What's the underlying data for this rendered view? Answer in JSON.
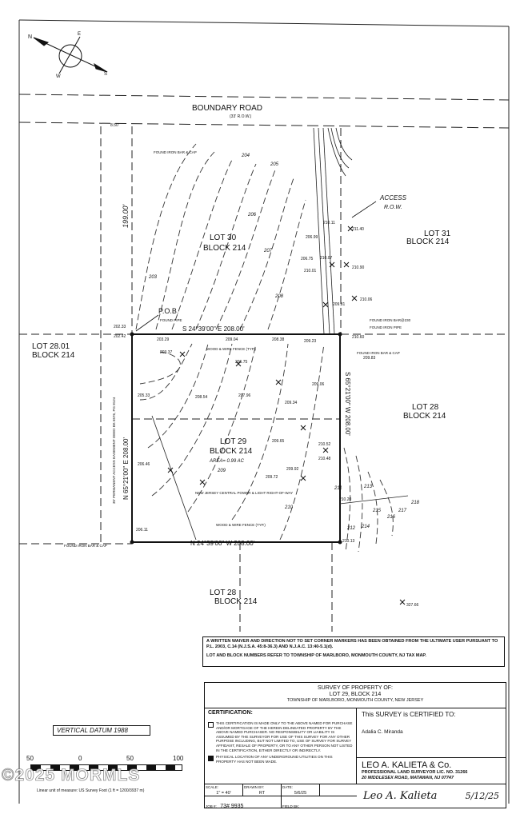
{
  "road": {
    "name": "BOUNDARY ROAD",
    "row": "(33' R.O.W.)"
  },
  "compass": {
    "letters": [
      "N",
      "E",
      "S",
      "W"
    ]
  },
  "lots": {
    "lot30": {
      "lot": "LOT 30",
      "block": "BLOCK 214"
    },
    "lot31": {
      "lot": "LOT 31",
      "block": "BLOCK 214"
    },
    "lot2801": {
      "lot": "LOT 28.01",
      "block": "BLOCK 214"
    },
    "lot28_east": {
      "lot": "LOT 28",
      "block": "BLOCK 214"
    },
    "lot28_south": {
      "lot": "LOT 28",
      "block": "BLOCK 214"
    },
    "lot29": {
      "lot": "LOT 29",
      "block": "BLOCK 214",
      "area": "AREA= 0.99 AC"
    }
  },
  "access": {
    "line1": "ACCESS",
    "line2": "R.O.W."
  },
  "pob": "P.O.B.",
  "bearings": {
    "north": "S 24°39'00\" E 208.00'",
    "south": "N 24°39'00\" W 208.00'",
    "east": "S 65°21'00\" W 208.00'",
    "west": "N 65°21'00\" E 208.00'",
    "lot30_west": "199.00'"
  },
  "notes_map": {
    "found_pipe": "FOUND PIPE",
    "found_iron_bar_cap_nw": "FOUND IRON BAR & CAP",
    "found_iron_bar_cap_sw": "FOUND IRON BAR & CAP",
    "found_iron_bar_cap_e": "FOUND IRON BAR & CAP",
    "found_iron_bar_230": "FOUND IRON BAR@230",
    "found_iron_pipe": "FOUND IRON PIPE",
    "wood_wire_fence_n": "WOOD & WIRE FENCE (TYP.)",
    "wood_wire_fence_s": "WOOD & WIRE FENCE (TYP.)",
    "easement": "35' PERMANENT ACCESS EASEMENT DEED BK 6576, PG 8124",
    "power": "NEW JERSEY CENTRAL POWER & LIGHT RIGHT-OF-WAY",
    "dim_850": "8.50'"
  },
  "contours": [
    "203",
    "204",
    "205",
    "206",
    "207",
    "208",
    "209",
    "210",
    "211",
    "212",
    "213",
    "214",
    "215",
    "216",
    "217",
    "218"
  ],
  "elevations": [
    "202.33",
    "202.42",
    "203.29",
    "203.37",
    "205.33",
    "206.11",
    "206.46",
    "206.75",
    "207.96",
    "208.54",
    "208.38",
    "209.04",
    "209.34",
    "209.65",
    "209.72",
    "209.92",
    "210.06",
    "210.07",
    "210.13",
    "210.20",
    "210.48",
    "210.52",
    "210.60",
    "210.90",
    "210.01",
    "211.40",
    "210.11",
    "209.83",
    "209.81",
    "206.99",
    "206.75",
    "209.23",
    "209.06",
    "327.66"
  ],
  "waiver_note": "A WRITTEN WAIVER AND DIRECTION NOT TO SET CORNER MARKERS HAS BEEN OBTAINED FROM THE ULTIMATE USER PURSUANT TO P.L. 2003, C.14 (N.J.S.A. 45:8-36.3) AND N.J.A.C. 13:40-5.1(d).",
  "lot_note": "LOT AND BLOCK NUMBERS REFER TO TOWNSHIP OF MARLBORO, MONMOUTH COUNTY, NJ TAX MAP.",
  "title_block": {
    "line1": "SURVEY OF PROPERTY OF:",
    "line2": "LOT 29, BLOCK 214",
    "line3": "TOWNSHIP OF MARLBORO, MONMOUTH COUNTY, NEW JERSEY"
  },
  "certification": {
    "heading": "CERTIFICATION:",
    "text": "THIS CERTIFICATION IS MADE ONLY TO THE ABOVE NAMED FOR PURCHASE AND/OR MORTGAGE OF THE HEREIN DELINEATED PROPERTY BY THE ABOVE NAMED PURCHASER. NO RESPONSIBILITY OR LIABILITY IS ASSUMED BY THE SURVEYOR FOR USE OF THIS SURVEY FOR ANY OTHER PURPOSE INCLUDING, BUT NOT LIMITED TO, USE OF SURVEY FOR SURVEY AFFIDAVIT, RESALE OF PROPERTY, OR TO ANY OTHER PERSON NOT LISTED IN THE CERTIFICATION, EITHER DIRECTLY OR INDIRECTLY.",
    "physical": "PHYSICAL LOCATION OF ANY UNDERGROUND UTILITIES ON THIS PROPERTY HAS NOT BEEN MADE."
  },
  "certified_to": {
    "heading": "This SURVEY is CERTIFIED TO:",
    "name": "Adalia C. Miranda"
  },
  "surveyor": {
    "firm": "LEO A. KALIETA & Co.",
    "license": "PROFESSIONAL LAND SURVEYOR LIC. NO. 31266",
    "address": "20 MIDDLESEX ROAD, MATAWAN, NJ 07747",
    "signature": "Leo A. Kalieta",
    "sig_date": "5/12/25"
  },
  "fields": {
    "scale_label": "SCALE:",
    "scale_value": "1\" = 40'",
    "drawn_label": "DRAWN BY:",
    "drawn_value": "RT",
    "date_label": "DATE:",
    "date_value": "5/6/25",
    "job_label": "JOB #:",
    "job_value": "73# 9935",
    "fieldbk_label": "FIELD BK:"
  },
  "datum": "VERTICAL DATUM 1988",
  "scale_bar": {
    "ticks": [
      "50",
      "0",
      "50",
      "100"
    ],
    "unit": "Linear unit of measure: US Survey Foot (1 ft = 1200/3937 m)"
  },
  "watermark": "©2025 MORMLS"
}
